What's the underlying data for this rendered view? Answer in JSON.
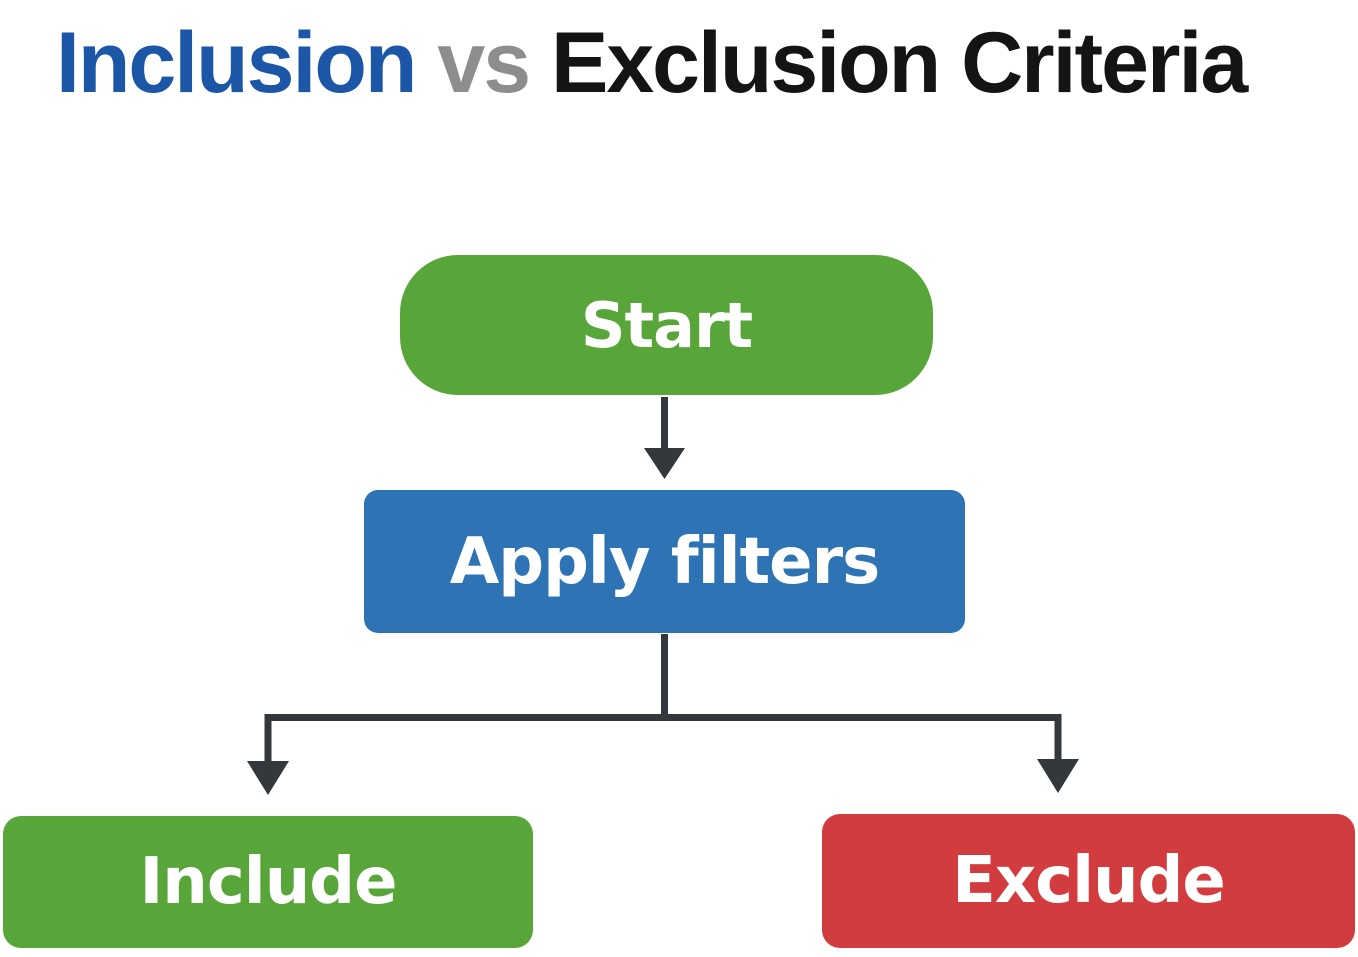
{
  "title": {
    "inclusion": "Inclusion",
    "vs": "vs",
    "exclusion_criteria": "Exclusion Criteria"
  },
  "nodes": {
    "start": {
      "label": "Start",
      "color": "#58a63a"
    },
    "apply_filters": {
      "label": "Apply filters",
      "color": "#2e74b5"
    },
    "include": {
      "label": "Include",
      "color": "#58a63a"
    },
    "exclude": {
      "label": "Exclude",
      "color": "#d23c3e"
    }
  },
  "connections": [
    {
      "from": "start",
      "to": "apply_filters",
      "style": "arrow-down"
    },
    {
      "from": "apply_filters",
      "to": "include",
      "style": "branch-left-arrow-down"
    },
    {
      "from": "apply_filters",
      "to": "exclude",
      "style": "branch-right-arrow-down"
    }
  ],
  "colors": {
    "title_inclusion": "#1c56a6",
    "title_vs": "#8d8d8d",
    "title_exclusion": "#141414",
    "connector": "#33383d",
    "node_text": "#ffffff",
    "background": "#ffffff"
  }
}
